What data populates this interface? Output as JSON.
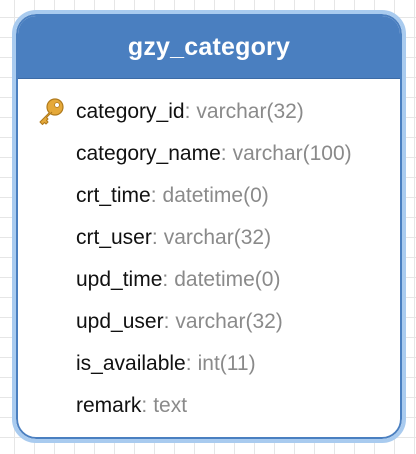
{
  "entity": {
    "title": "gzy_category",
    "fields": [
      {
        "name": "category_id",
        "type": "varchar(32)",
        "primary_key": true
      },
      {
        "name": "category_name",
        "type": "varchar(100)",
        "primary_key": false
      },
      {
        "name": "crt_time",
        "type": "datetime(0)",
        "primary_key": false
      },
      {
        "name": "crt_user",
        "type": "varchar(32)",
        "primary_key": false
      },
      {
        "name": "upd_time",
        "type": "datetime(0)",
        "primary_key": false
      },
      {
        "name": "upd_user",
        "type": "varchar(32)",
        "primary_key": false
      },
      {
        "name": "is_available",
        "type": "int(11)",
        "primary_key": false
      },
      {
        "name": "remark",
        "type": "text",
        "primary_key": false
      }
    ],
    "separator": ":"
  },
  "colors": {
    "header_bg": "#4a7fc0",
    "selection_border": "#a9cbef",
    "field_name": "#111111",
    "field_type": "#8a8a8a",
    "key_gold": "#e5a93a"
  },
  "icons": {
    "primary_key": "key-icon"
  }
}
